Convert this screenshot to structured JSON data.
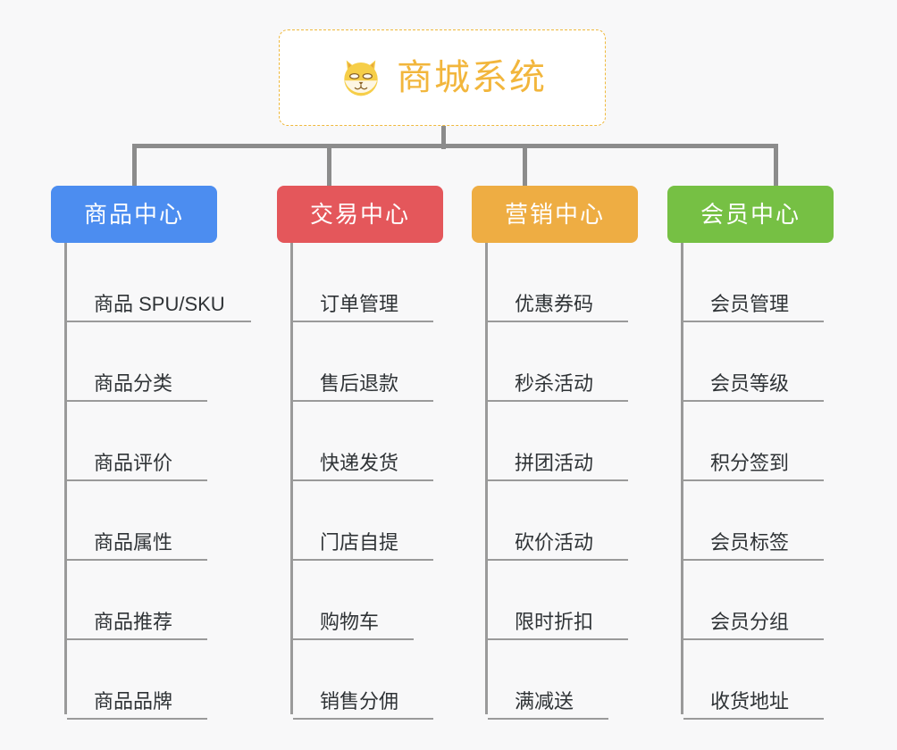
{
  "root": {
    "title": "商城系统",
    "icon": "shiba-dog-emoji",
    "border_color": "#efb93c",
    "text_color": "#f2b63c",
    "background": "#ffffff"
  },
  "canvas": {
    "background": "#f8f8f9",
    "connector_color": "#8c8c8c",
    "spine_color": "#9a9a9a",
    "leaf_text_color": "#2f3336"
  },
  "branches": [
    {
      "label": "商品中心",
      "color": "#4c8df0",
      "leaves": [
        "商品 SPU/SKU",
        "商品分类",
        "商品评价",
        "商品属性",
        "商品推荐",
        "商品品牌"
      ]
    },
    {
      "label": "交易中心",
      "color": "#e4575b",
      "leaves": [
        "订单管理",
        "售后退款",
        "快递发货",
        "门店自提",
        "购物车",
        "销售分佣"
      ]
    },
    {
      "label": "营销中心",
      "color": "#eead43",
      "leaves": [
        "优惠券码",
        "秒杀活动",
        "拼团活动",
        "砍价活动",
        "限时折扣",
        "满减送"
      ]
    },
    {
      "label": "会员中心",
      "color": "#76c044",
      "leaves": [
        "会员管理",
        "会员等级",
        "积分签到",
        "会员标签",
        "会员分组",
        "收货地址"
      ]
    }
  ]
}
